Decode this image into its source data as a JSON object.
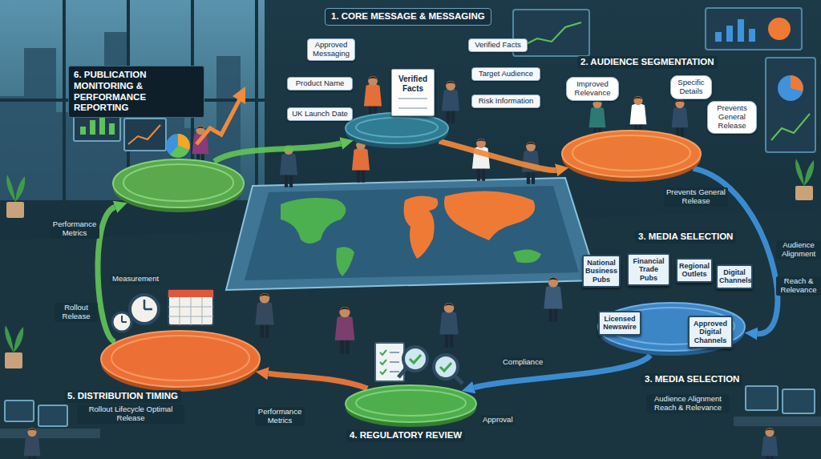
{
  "diagram": {
    "nodes": [
      {
        "text": [
          "1. CORE MESSAGE & MESSAGING"
        ]
      },
      {
        "text": [
          "2. AUDIENCE SEGMENTATION"
        ]
      },
      {
        "text": [
          "3. MEDIA SELECTION",
          "3. MEDIA SELECTION"
        ]
      },
      {
        "text": [
          "4. REGULATORY REVIEW"
        ]
      },
      {
        "text": [
          "5. DISTRIBUTION TIMING"
        ]
      },
      {
        "text": [
          "6. PUBLICATION MONITORING & PERFORMANCE REPORTING"
        ]
      },
      {
        "text": [
          "Approved Messaging"
        ]
      },
      {
        "text": [
          "Verified Facts"
        ]
      },
      {
        "text": [
          "Verified Facts"
        ]
      },
      {
        "text": [
          "Product Name"
        ]
      },
      {
        "text": [
          "Target Audience"
        ]
      },
      {
        "text": [
          "UK Launch Date"
        ]
      },
      {
        "text": [
          "Risk Information"
        ]
      },
      {
        "text": [
          "Improved Relevance"
        ]
      },
      {
        "text": [
          "Specific Details"
        ]
      },
      {
        "text": [
          "Prevents General Release"
        ]
      },
      {
        "text": [
          "National Business Pubs"
        ]
      },
      {
        "text": [
          "Financial Trade Pubs"
        ]
      },
      {
        "text": [
          "Regional Outlets"
        ]
      },
      {
        "text": [
          "Digital Channels"
        ]
      },
      {
        "text": [
          "Licensed Newswire"
        ]
      },
      {
        "text": [
          "Approved Digital Channels"
        ]
      }
    ],
    "edges": [
      {
        "from": 0,
        "to": 1,
        "arrow": "to"
      },
      {
        "from": 1,
        "to": 2,
        "arrow": "to"
      },
      {
        "from": 2,
        "to": 3,
        "arrow": "to"
      },
      {
        "from": 3,
        "to": 4,
        "arrow": "to"
      },
      {
        "from": 4,
        "to": 5,
        "arrow": "to"
      },
      {
        "from": 5,
        "to": 0,
        "arrow": "to"
      }
    ],
    "labels": [
      "Prevents General Release",
      "Audience Alignment",
      "Reach & Relevance",
      "Audience Alignment Reach & Relevance",
      "Compliance",
      "Approval",
      "Performance Metrics",
      "Rollout Lifecycle Optimal Release",
      "Rollout Release",
      "Measurement",
      "Performance Metrics"
    ]
  }
}
